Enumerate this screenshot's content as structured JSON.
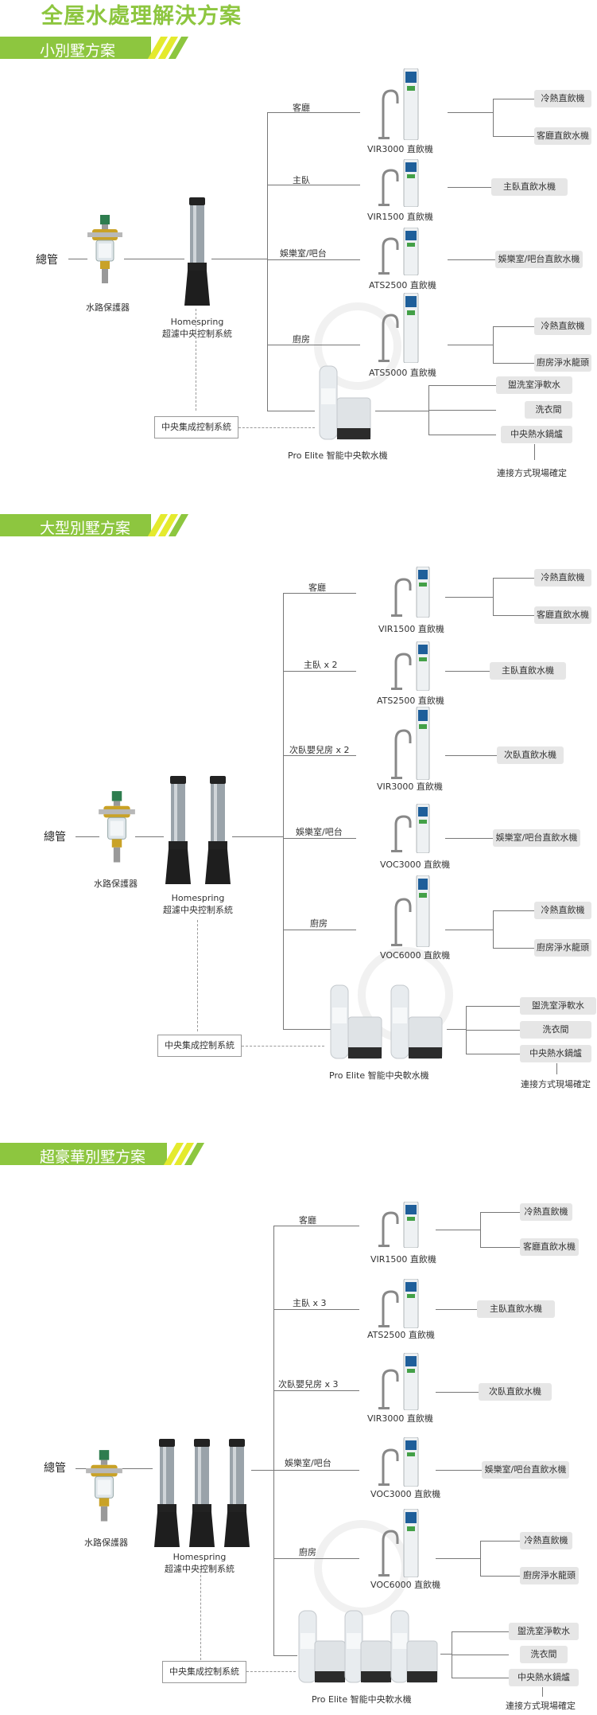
{
  "title": "全屋水處理解決方案",
  "common": {
    "main_pipe": "總管",
    "protector_label": "水路保護器",
    "central_line1": "Homespring",
    "central_line2": "超濾中央控制系統",
    "control_box": "中央集成控制系統",
    "softener_label": "Pro Elite  智能中央軟水機",
    "softener_outputs": [
      "盥洗室淨軟水",
      "洗衣間",
      "中央熱水鍋爐"
    ],
    "note": "連接方式現場確定"
  },
  "sections": [
    {
      "banner": "小別墅方案",
      "rooms": [
        {
          "room": "客廳",
          "device": "VIR3000 直飲機",
          "outputs": [
            "冷熱直飲機",
            "客廳直飲水機"
          ]
        },
        {
          "room": "主臥",
          "device": "VIR1500 直飲機",
          "outputs": [
            "主臥直飲水機"
          ]
        },
        {
          "room": "娛樂室/吧台",
          "device": "ATS2500 直飲機",
          "outputs": [
            "娛樂室/吧台直飲水機"
          ]
        },
        {
          "room": "廚房",
          "device": "ATS5000 直飲機",
          "outputs": [
            "冷熱直飲機",
            "廚房淨水龍頭"
          ]
        }
      ]
    },
    {
      "banner": "大型別墅方案",
      "rooms": [
        {
          "room": "客廳",
          "device": "VIR1500 直飲機",
          "outputs": [
            "冷熱直飲機",
            "客廳直飲水機"
          ]
        },
        {
          "room": "主臥 x 2",
          "device": "ATS2500 直飲機",
          "outputs": [
            "主臥直飲水機"
          ]
        },
        {
          "room": "次臥嬰兒房 x 2",
          "device": "VIR3000 直飲機",
          "outputs": [
            "次臥直飲水機"
          ]
        },
        {
          "room": "娛樂室/吧台",
          "device": "VOC3000 直飲機",
          "outputs": [
            "娛樂室/吧台直飲水機"
          ]
        },
        {
          "room": "廚房",
          "device": "VOC6000 直飲機",
          "outputs": [
            "冷熱直飲機",
            "廚房淨水龍頭"
          ]
        }
      ]
    },
    {
      "banner": "超豪華別墅方案",
      "rooms": [
        {
          "room": "客廳",
          "device": "VIR1500 直飲機",
          "outputs": [
            "冷熱直飲機",
            "客廳直飲水機"
          ]
        },
        {
          "room": "主臥 x 3",
          "device": "ATS2500 直飲機",
          "outputs": [
            "主臥直飲水機"
          ]
        },
        {
          "room": "次臥嬰兒房 x 3",
          "device": "VIR3000 直飲機",
          "outputs": [
            "次臥直飲水機"
          ]
        },
        {
          "room": "娛樂室/吧台",
          "device": "VOC3000 直飲機",
          "outputs": [
            "娛樂室/吧台直飲水機"
          ]
        },
        {
          "room": "廚房",
          "device": "VOC6000 直飲機",
          "outputs": [
            "冷熱直飲機",
            "廚房淨水龍頭"
          ]
        }
      ]
    }
  ]
}
